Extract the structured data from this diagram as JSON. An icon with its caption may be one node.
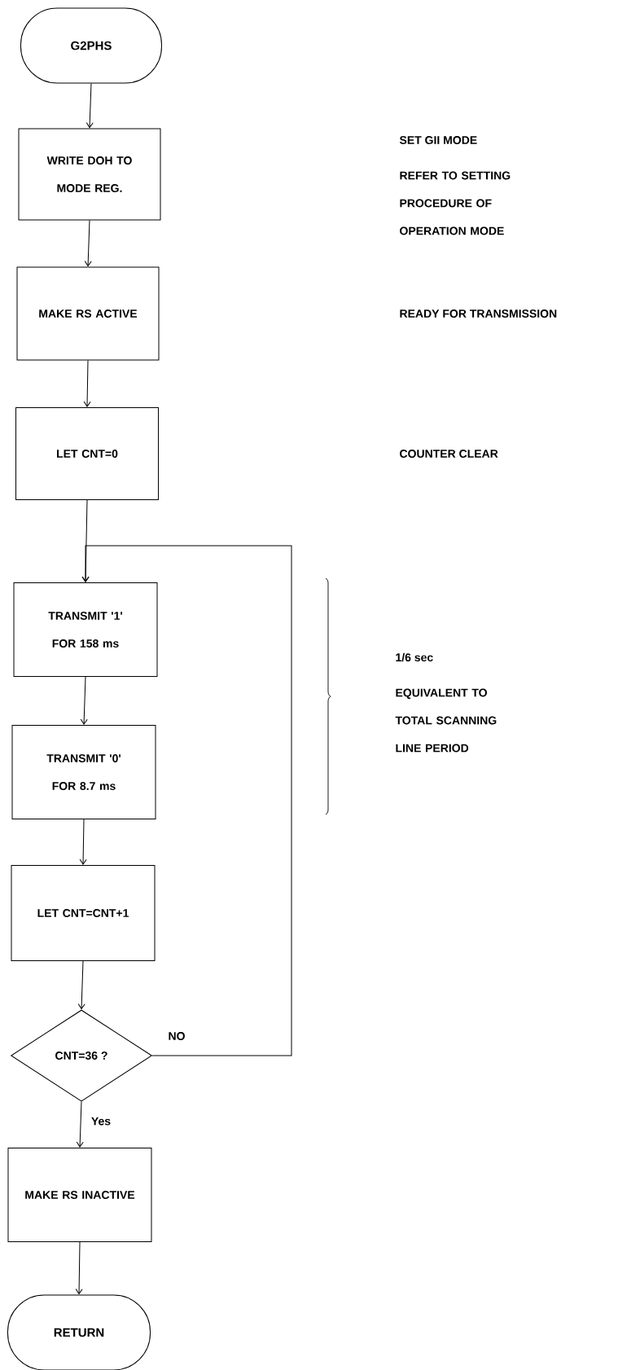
{
  "diagram": {
    "nodes": [
      {
        "text": [
          "G2PHS"
        ]
      },
      {
        "text": [
          "WRITE DOH TO MODE REG."
        ]
      },
      {
        "text": [
          "MAKE RS ACTIVE"
        ]
      },
      {
        "text": [
          "LET CNT=0"
        ]
      },
      {
        "text": [
          "TRANSMIT '1' FOR 158 ms"
        ]
      },
      {
        "text": [
          "TRANSMIT '0' FOR 8.7 ms"
        ]
      },
      {
        "text": [
          "LET CNT=CNT+1"
        ]
      },
      {
        "text": [
          "CNT=36 ?"
        ]
      },
      {
        "text": [
          "MAKE RS INACTIVE"
        ]
      },
      {
        "text": [
          "RETURN"
        ]
      }
    ],
    "edges": [
      {
        "from": 0,
        "to": 1,
        "arrow": "to"
      },
      {
        "from": 1,
        "to": 2,
        "arrow": "to"
      },
      {
        "from": 2,
        "to": 3,
        "arrow": "to"
      },
      {
        "from": 3,
        "to": 4,
        "arrow": "to"
      },
      {
        "from": 4,
        "to": 5,
        "arrow": "to"
      },
      {
        "from": 5,
        "to": 6,
        "arrow": "to"
      },
      {
        "from": 6,
        "to": 7,
        "arrow": "to"
      },
      {
        "from": 7,
        "to": 4,
        "arrow": "to",
        "label": "NO"
      },
      {
        "from": 7,
        "to": 8,
        "arrow": "to",
        "label": "Yes"
      },
      {
        "from": 8,
        "to": 9,
        "arrow": "to"
      }
    ],
    "labels": [
      "SET GII MODE",
      "REFER TO SETTING PROCEDURE OF OPERATION MODE",
      "READY FOR TRANSMISSION",
      "COUNTER CLEAR",
      "1/6 sec",
      "EQUIVALENT TO TOTAL SCANNING LINE PERIOD"
    ]
  }
}
